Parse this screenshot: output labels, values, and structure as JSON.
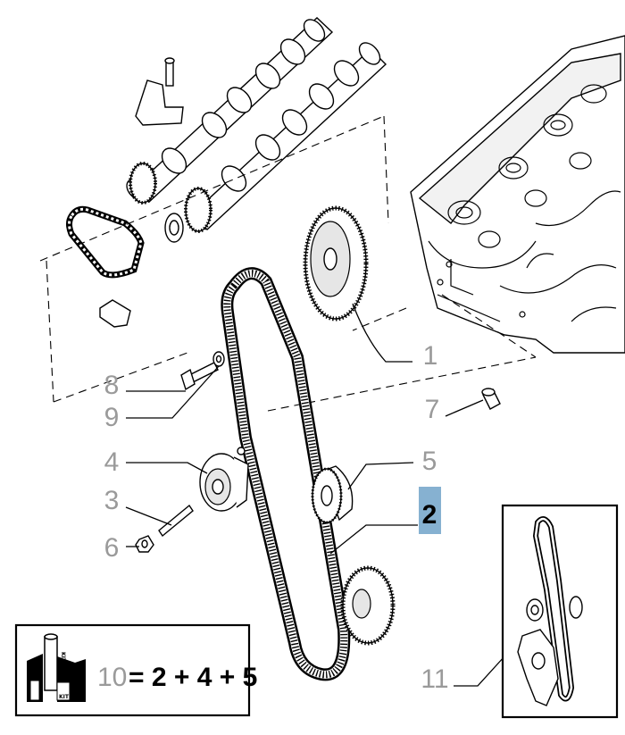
{
  "callouts": [
    {
      "id": "c1",
      "label": "1"
    },
    {
      "id": "c2",
      "label": "2"
    },
    {
      "id": "c3",
      "label": "3"
    },
    {
      "id": "c4",
      "label": "4"
    },
    {
      "id": "c5",
      "label": "5"
    },
    {
      "id": "c6",
      "label": "6"
    },
    {
      "id": "c7",
      "label": "7"
    },
    {
      "id": "c8",
      "label": "8"
    },
    {
      "id": "c9",
      "label": "9"
    },
    {
      "id": "c11",
      "label": "11"
    }
  ],
  "selected": {
    "label": "2",
    "highlight_color": "#86b1d1"
  },
  "kit": {
    "number": "10",
    "formula": "= 2 + 4 + 5",
    "label_top": "KIT",
    "label_bottom": "KIT"
  },
  "colors": {
    "callout": "#9a9a9a",
    "line": "#000000"
  }
}
